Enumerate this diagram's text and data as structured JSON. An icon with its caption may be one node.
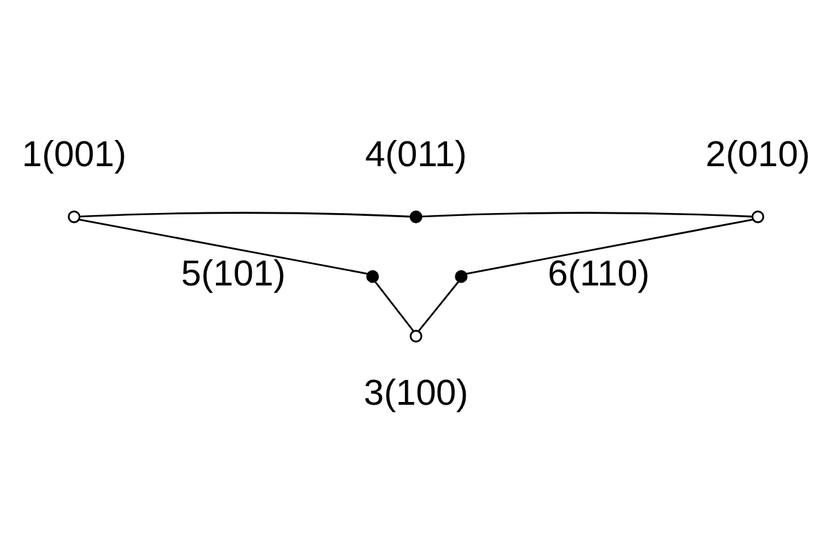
{
  "diagram": {
    "nodes": [
      {
        "text": [],
        "shape": "circle",
        "beside": [
          "1(001)"
        ]
      },
      {
        "text": [],
        "shape": "dot",
        "beside": [
          "4(011)"
        ]
      },
      {
        "text": [],
        "shape": "circle",
        "beside": [
          "2(010)"
        ]
      },
      {
        "text": [],
        "shape": "dot",
        "beside": [
          "5(101)"
        ]
      },
      {
        "text": [],
        "shape": "dot",
        "beside": [
          "6(110)"
        ]
      },
      {
        "text": [],
        "shape": "circle",
        "beside": [
          "3(100)"
        ]
      }
    ],
    "edges": [
      {
        "from": 0,
        "to": 1,
        "arrow": "none"
      },
      {
        "from": 1,
        "to": 2,
        "arrow": "none"
      },
      {
        "from": 2,
        "to": 4,
        "arrow": "none"
      },
      {
        "from": 4,
        "to": 5,
        "arrow": "none"
      },
      {
        "from": 5,
        "to": 3,
        "arrow": "none"
      },
      {
        "from": 3,
        "to": 0,
        "arrow": "none"
      }
    ]
  }
}
